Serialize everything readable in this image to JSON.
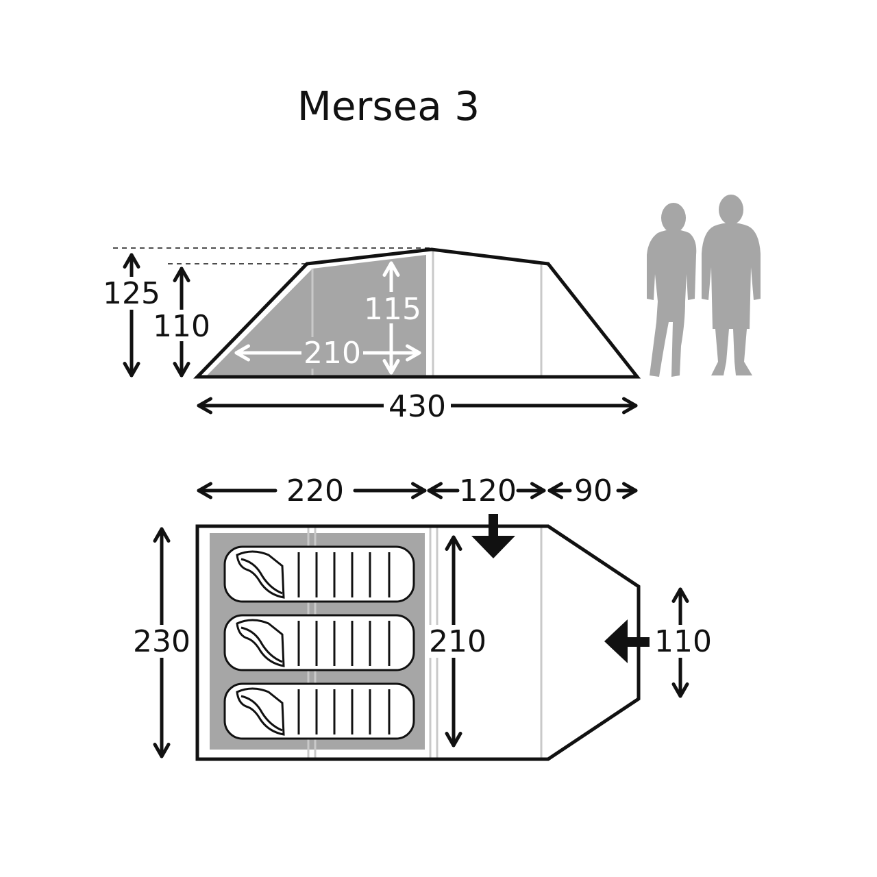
{
  "title": "Mersea 3",
  "side_view": {
    "height_outer": "125",
    "height_porch": "110",
    "height_inner": "115",
    "inner_length": "210",
    "total_length": "430"
  },
  "floor_plan": {
    "section_inner": "220",
    "section_porch": "120",
    "section_front": "90",
    "width_total": "230",
    "width_inner": "210",
    "door_width": "110"
  },
  "colors": {
    "outline": "#111111",
    "inner_fill": "#a6a6a6",
    "seam": "#c9c9c9",
    "background": "#ffffff"
  },
  "icons": [
    "person-silhouette-icon",
    "person-silhouette-icon",
    "sleeping-bag-icon",
    "door-arrow-icon"
  ]
}
